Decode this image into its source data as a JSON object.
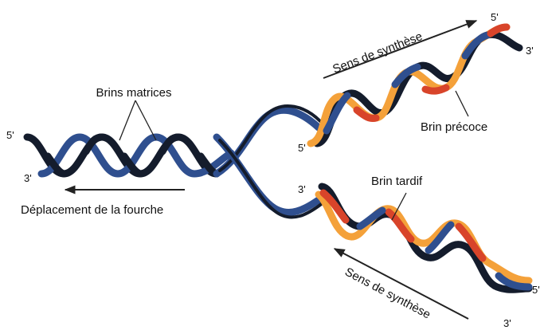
{
  "labels": {
    "template_strands": "Brins matrices",
    "fork_movement": "Déplacement de la fourche",
    "leading_strand": "Brin précoce",
    "lagging_strand": "Brin tardif",
    "synthesis_direction_top": "Sens de synthèse",
    "synthesis_direction_bottom": "Sens de synthèse",
    "left_5prime": "5'",
    "left_3prime": "3'",
    "top_5prime_right": "5'",
    "top_3prime_right": "3'",
    "top_5prime_left": "5'",
    "bottom_3prime_left": "3'",
    "bottom_5prime_right": "5'",
    "bottom_3prime_right": "3'"
  },
  "colors": {
    "dark_strand": "#141c2c",
    "blue_strand": "#2f4f8f",
    "orange_strand": "#f4a13a",
    "red_strand": "#d8442a",
    "arrow": "#222222"
  }
}
